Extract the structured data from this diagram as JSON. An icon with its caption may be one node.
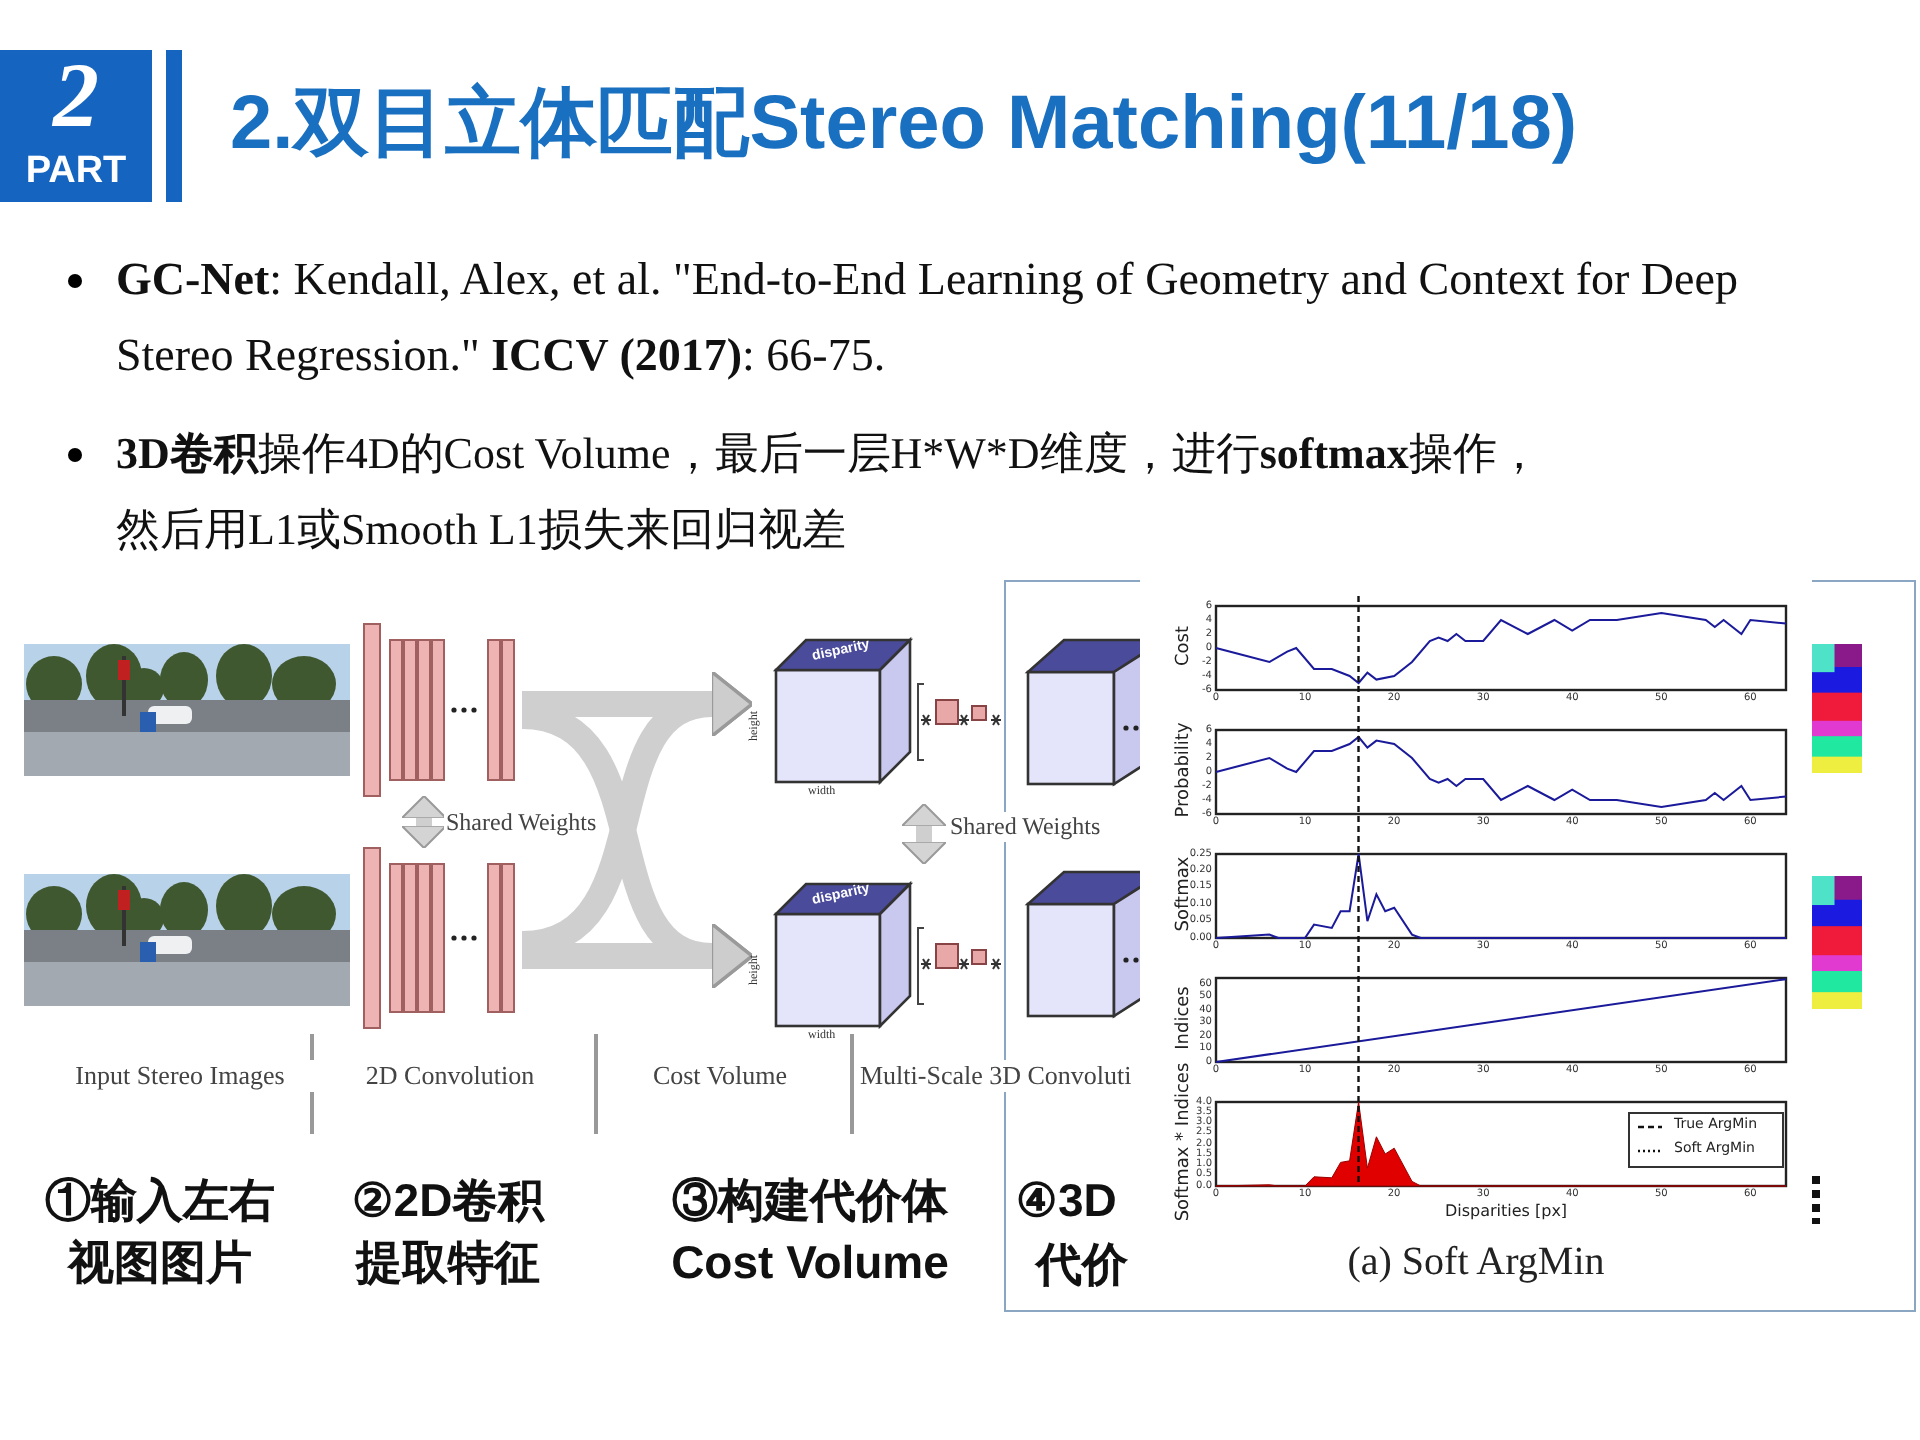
{
  "diagram": {
    "title": "2.双目立体匹配Stereo Matching(11/18)",
    "nodes": [
      {
        "text": [
          "2",
          "PART"
        ]
      },
      {
        "text": [],
        "shape": "picture"
      },
      {
        "text": [],
        "shape": "picture"
      },
      {
        "text": [],
        "shape": "bar"
      },
      {
        "text": [],
        "shape": "bar"
      },
      {
        "text": [
          "disparity",
          "height",
          "width"
        ]
      },
      {
        "text": [
          "disparity",
          "height",
          "width"
        ]
      },
      {
        "text": [],
        "shape": "box"
      },
      {
        "text": [],
        "shape": "box"
      },
      {
        "text": [],
        "shape": "picture"
      },
      {
        "text": [],
        "shape": "picture"
      },
      {
        "text": [
          "(a) Soft ArgMin"
        ]
      }
    ],
    "edges": [
      {
        "from": 3,
        "to": 4,
        "arrow": "both",
        "label": "Shared Weights"
      },
      {
        "from": 3,
        "to": 5,
        "arrow": "to"
      },
      {
        "from": 3,
        "to": 6,
        "arrow": "to"
      },
      {
        "from": 4,
        "to": 5,
        "arrow": "to"
      },
      {
        "from": 4,
        "to": 6,
        "arrow": "to"
      },
      {
        "from": 5,
        "to": 6,
        "arrow": "both",
        "label": "Shared Weights"
      }
    ],
    "labels": [
      "**GC-Net**: Kendall, Alex, et al. \"End-to-End Learning of Geometry and Context for Deep Stereo Regression.\" **ICCV (2017)**: 66-75.",
      "**3D卷积**操作4D的Cost Volume，最后一层H*W*D维度，进行**softmax**操作，然后用L1或Smooth L1损失来回归视差",
      "Input Stereo Images",
      "2D Convolution",
      "Cost Volume",
      "Multi-Scale 3D Convoluti",
      "①输入左右视图图片",
      "②2D卷积提取特征",
      "③构建代价体 Cost Volume",
      "④3D",
      "代价",
      "Cost",
      "6",
      "4",
      "2",
      "0",
      "-2",
      "-4",
      "-6",
      "0",
      "10",
      "20",
      "30",
      "40",
      "50",
      "60",
      "Probability",
      "6",
      "4",
      "2",
      "0",
      "-2",
      "-4",
      "-6",
      "0",
      "10",
      "20",
      "30",
      "40",
      "50",
      "60",
      "Softmax",
      "0.25",
      "0.20",
      "0.15",
      "0.10",
      "0.05",
      "0.00",
      "0",
      "10",
      "20",
      "30",
      "40",
      "50",
      "60",
      "Indices",
      "60",
      "50",
      "40",
      "30",
      "20",
      "10",
      "0",
      "0",
      "10",
      "20",
      "30",
      "40",
      "50",
      "60",
      "Softmax * Indices",
      "4.0",
      "3.5",
      "3.0",
      "2.5",
      "2.0",
      "1.5",
      "1.0",
      "0.5",
      "0.0",
      "0",
      "10",
      "20",
      "30",
      "40",
      "50",
      "60",
      "Disparities [px]"
    ],
    "legend": [
      {
        "text": "True ArgMin"
      },
      {
        "text": "Soft ArgMin"
      }
    ]
  }
}
